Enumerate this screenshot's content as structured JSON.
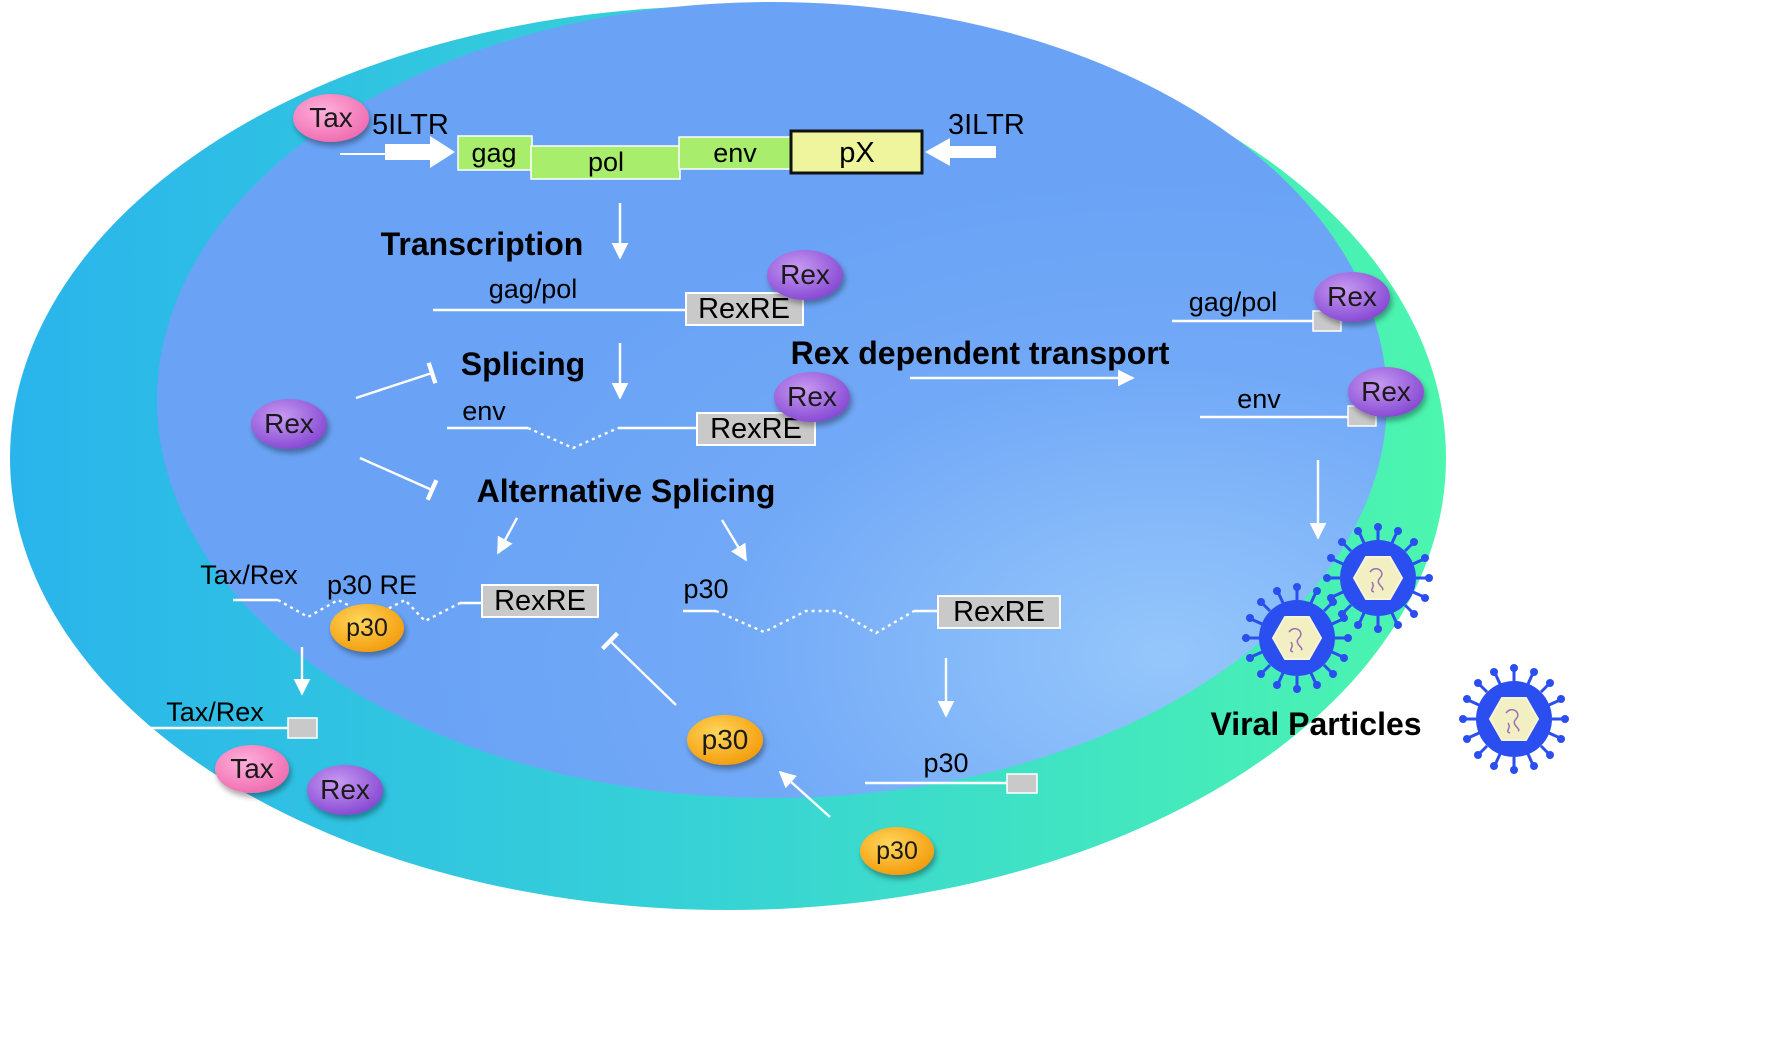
{
  "genome": {
    "ltr5": "5ILTR",
    "ltr3": "3ILTR",
    "gag": "gag",
    "pol": "pol",
    "env": "env",
    "px": "pX",
    "tax": "Tax"
  },
  "steps": {
    "transcription": "Transcription",
    "splicing": "Splicing",
    "alt_splicing": "Alternative Splicing",
    "rex_transport": "Rex dependent transport",
    "viral_particles": "Viral Particles"
  },
  "transcripts": {
    "gag_pol": "gag/pol",
    "env": "env",
    "tax_rex": "Tax/Rex",
    "p30_re": "p30 RE",
    "p30": "p30",
    "rexre": "RexRE"
  },
  "proteins": {
    "rex": "Rex",
    "tax": "Tax",
    "p30": "p30"
  },
  "colors": {
    "cell_left": "#29b6ea",
    "cell_right": "#49f5b0",
    "nucleus": "#6aa5f6",
    "tax_pink": "#f27ab8",
    "rex_purple": "#9a58da",
    "p30_orange": "#f6a50e",
    "gene_green": "#a8ee6c",
    "px_yellow": "#eef59c",
    "virion_blue": "#2a4ef0"
  },
  "icons": {
    "virion": "virion-icon",
    "arrow": "arrow-icon",
    "inhibition": "inhibition-icon"
  }
}
